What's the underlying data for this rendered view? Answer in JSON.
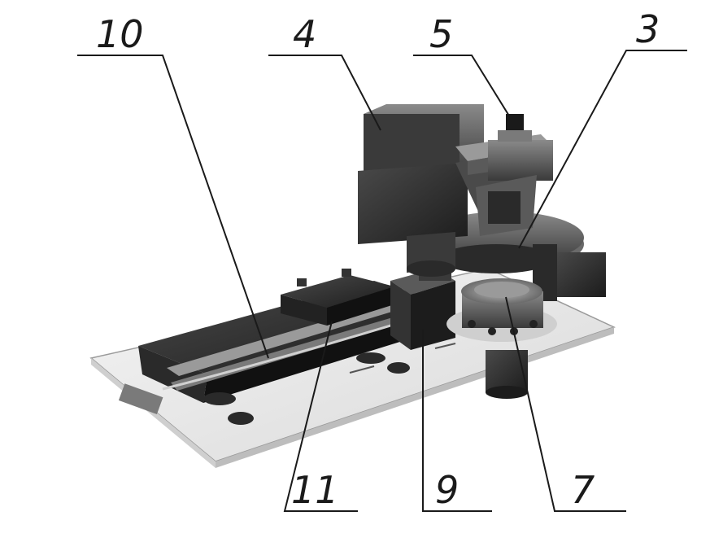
{
  "callouts": [
    {
      "id": "c10",
      "label": "10"
    },
    {
      "id": "c4",
      "label": "4"
    },
    {
      "id": "c5",
      "label": "5"
    },
    {
      "id": "c3",
      "label": "3"
    },
    {
      "id": "c11",
      "label": "11"
    },
    {
      "id": "c9",
      "label": "9"
    },
    {
      "id": "c7",
      "label": "7"
    }
  ]
}
